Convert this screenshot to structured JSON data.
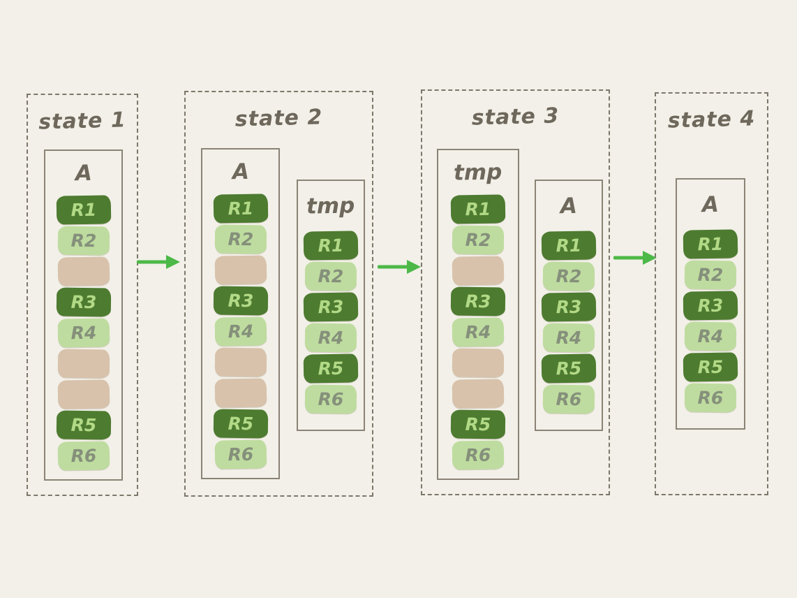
{
  "colors": {
    "background": "#f2f0e8",
    "panel_border": "#7d776b",
    "column_border": "#8a8376",
    "title_text": "#6e675b",
    "block_dark": "#4d7b30",
    "block_dark_text": "#b2d986",
    "block_light": "#bedc9f",
    "block_light_text": "#85907b",
    "block_empty": "#d8c2ab",
    "arrow": "#4cb848"
  },
  "arrows": [
    {
      "name": "arrow-right"
    },
    {
      "name": "arrow-right"
    },
    {
      "name": "arrow-right"
    }
  ],
  "states": [
    {
      "title": "state 1",
      "columns": [
        {
          "label": "A",
          "blocks": [
            {
              "text": "R1",
              "type": "dark"
            },
            {
              "text": "R2",
              "type": "light"
            },
            {
              "text": "",
              "type": "empty"
            },
            {
              "text": "R3",
              "type": "dark"
            },
            {
              "text": "R4",
              "type": "light"
            },
            {
              "text": "",
              "type": "empty"
            },
            {
              "text": "",
              "type": "empty"
            },
            {
              "text": "R5",
              "type": "dark"
            },
            {
              "text": "R6",
              "type": "light"
            }
          ]
        }
      ]
    },
    {
      "title": "state 2",
      "columns": [
        {
          "label": "A",
          "blocks": [
            {
              "text": "R1",
              "type": "dark"
            },
            {
              "text": "R2",
              "type": "light"
            },
            {
              "text": "",
              "type": "empty"
            },
            {
              "text": "R3",
              "type": "dark"
            },
            {
              "text": "R4",
              "type": "light"
            },
            {
              "text": "",
              "type": "empty"
            },
            {
              "text": "",
              "type": "empty"
            },
            {
              "text": "R5",
              "type": "dark"
            },
            {
              "text": "R6",
              "type": "light"
            }
          ]
        },
        {
          "label": "tmp",
          "blocks": [
            {
              "text": "R1",
              "type": "dark"
            },
            {
              "text": "R2",
              "type": "light"
            },
            {
              "text": "R3",
              "type": "dark"
            },
            {
              "text": "R4",
              "type": "light"
            },
            {
              "text": "R5",
              "type": "dark"
            },
            {
              "text": "R6",
              "type": "light"
            }
          ]
        }
      ]
    },
    {
      "title": "state 3",
      "columns": [
        {
          "label": "tmp",
          "blocks": [
            {
              "text": "R1",
              "type": "dark"
            },
            {
              "text": "R2",
              "type": "light"
            },
            {
              "text": "",
              "type": "empty"
            },
            {
              "text": "R3",
              "type": "dark"
            },
            {
              "text": "R4",
              "type": "light"
            },
            {
              "text": "",
              "type": "empty"
            },
            {
              "text": "",
              "type": "empty"
            },
            {
              "text": "R5",
              "type": "dark"
            },
            {
              "text": "R6",
              "type": "light"
            }
          ]
        },
        {
          "label": "A",
          "blocks": [
            {
              "text": "R1",
              "type": "dark"
            },
            {
              "text": "R2",
              "type": "light"
            },
            {
              "text": "R3",
              "type": "dark"
            },
            {
              "text": "R4",
              "type": "light"
            },
            {
              "text": "R5",
              "type": "dark"
            },
            {
              "text": "R6",
              "type": "light"
            }
          ]
        }
      ]
    },
    {
      "title": "state 4",
      "columns": [
        {
          "label": "A",
          "blocks": [
            {
              "text": "R1",
              "type": "dark"
            },
            {
              "text": "R2",
              "type": "light"
            },
            {
              "text": "R3",
              "type": "dark"
            },
            {
              "text": "R4",
              "type": "light"
            },
            {
              "text": "R5",
              "type": "dark"
            },
            {
              "text": "R6",
              "type": "light"
            }
          ]
        }
      ]
    }
  ]
}
